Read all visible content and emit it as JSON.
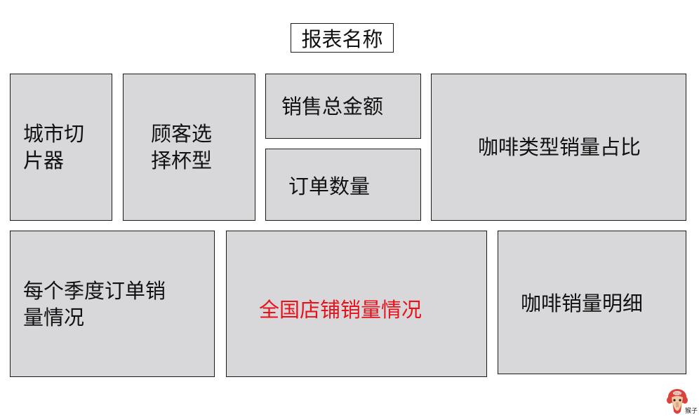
{
  "title": "报表名称",
  "panels": {
    "city_slicer": "城市切\n片器",
    "cup_type": "顾客选\n择杯型",
    "total_sales": "销售总金额",
    "order_count": "订单数量",
    "coffee_type_share": "咖啡类型销量占比",
    "quarterly_orders": "每个季度订单销\n量情况",
    "national_stores": "全国店铺销量情况",
    "coffee_detail": "咖啡销量明细"
  },
  "colors": {
    "panel_fill": "#d8d7da",
    "panel_border": "#1a1a1a",
    "highlight_text": "#e8121b",
    "logo_red": "#d9433c"
  },
  "logo": {
    "icon": "monkey-icon",
    "badge_text": "YOU",
    "caption": "猴子"
  }
}
